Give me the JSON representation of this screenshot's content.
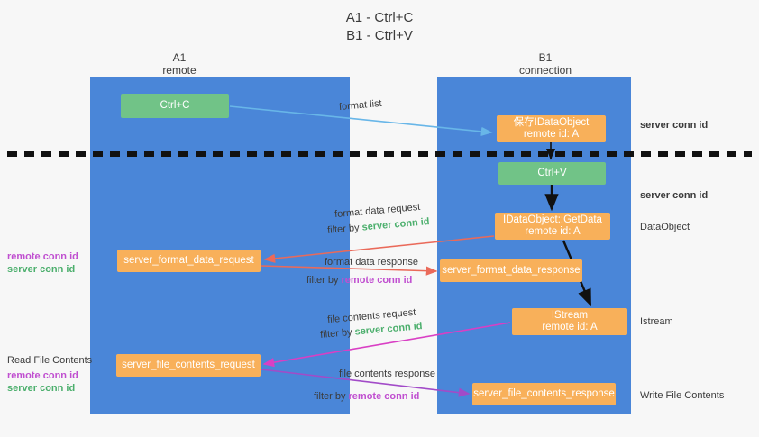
{
  "title": {
    "line1": "A1 - Ctrl+C",
    "line2": "B1 - Ctrl+V"
  },
  "lanes": [
    {
      "name": "A1",
      "sub": "remote",
      "color": "#4a86d8"
    },
    {
      "name": "B1",
      "sub": "connection",
      "color": "#4a86d8"
    }
  ],
  "colors": {
    "lane": "#4a86d8",
    "green_node": "#71c387",
    "orange_node": "#f8b05a",
    "server_conn_id": "#4caf6d",
    "remote_conn_id": "#c04fd0",
    "arrow_blue": "#68b6e8",
    "arrow_red": "#ea6a5a",
    "arrow_magenta": "#d93fc4",
    "arrow_purple": "#a24bc8",
    "arrow_black": "#111111",
    "background": "#f7f7f7"
  },
  "nodes": {
    "ctrl_c": {
      "label": "Ctrl+C"
    },
    "save_idataobject": {
      "label": "保存IDataObject",
      "sub": "remote id: A"
    },
    "ctrl_v": {
      "label": "Ctrl+V"
    },
    "getdata": {
      "label": "IDataObject::GetData",
      "sub": "remote id: A"
    },
    "server_format_data_request": {
      "label": "server_format_data_request"
    },
    "server_format_data_response": {
      "label": "server_format_data_response"
    },
    "istream": {
      "label": "IStream",
      "sub": "remote id: A"
    },
    "server_file_contents_request": {
      "label": "server_file_contents_request"
    },
    "server_file_contents_response": {
      "label": "server_file_contents_response"
    }
  },
  "edges": {
    "format_list": {
      "label": "format list"
    },
    "format_data_request": {
      "label": "format data request",
      "filter_prefix": "filter by ",
      "filter_value": "server conn id"
    },
    "format_data_response": {
      "label": "format data response",
      "filter_prefix": "filter by ",
      "filter_value": "remote conn id"
    },
    "file_contents_request": {
      "label": "file contents request",
      "filter_prefix": "filter by ",
      "filter_value": "server conn id"
    },
    "file_contents_response": {
      "label": "file contents response",
      "filter_prefix": "filter by ",
      "filter_value": "remote conn id"
    }
  },
  "annotations": {
    "right_server_conn_id_top": "server conn id",
    "right_server_conn_id_mid": "server conn id",
    "right_dataobject": "DataObject",
    "right_istream": "Istream",
    "right_write_file_contents": "Write File Contents",
    "left_read_file_contents": "Read File Contents",
    "left_remote_conn_id_1": "remote conn id",
    "left_server_conn_id_1": "server conn id",
    "left_remote_conn_id_2": "remote conn id",
    "left_server_conn_id_2": "server conn id"
  }
}
